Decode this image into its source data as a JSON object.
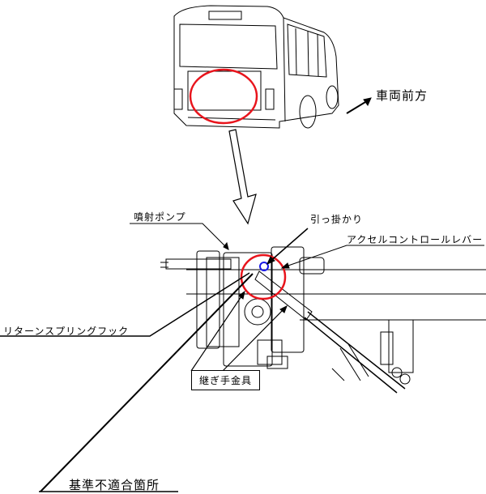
{
  "labels": {
    "vehicle_front": "車両前方",
    "injection_pump": "噴射ポンプ",
    "catch": "引っ掛かり",
    "accel_lever": "アクセルコントロールレバー",
    "return_spring_hook": "リターンスプリングフック",
    "joint_fitting": "継ぎ手金具",
    "nonconformity": "基準不適合箇所"
  },
  "colors": {
    "highlight_red": "#e8141c",
    "highlight_blue": "#1a1ae6"
  }
}
